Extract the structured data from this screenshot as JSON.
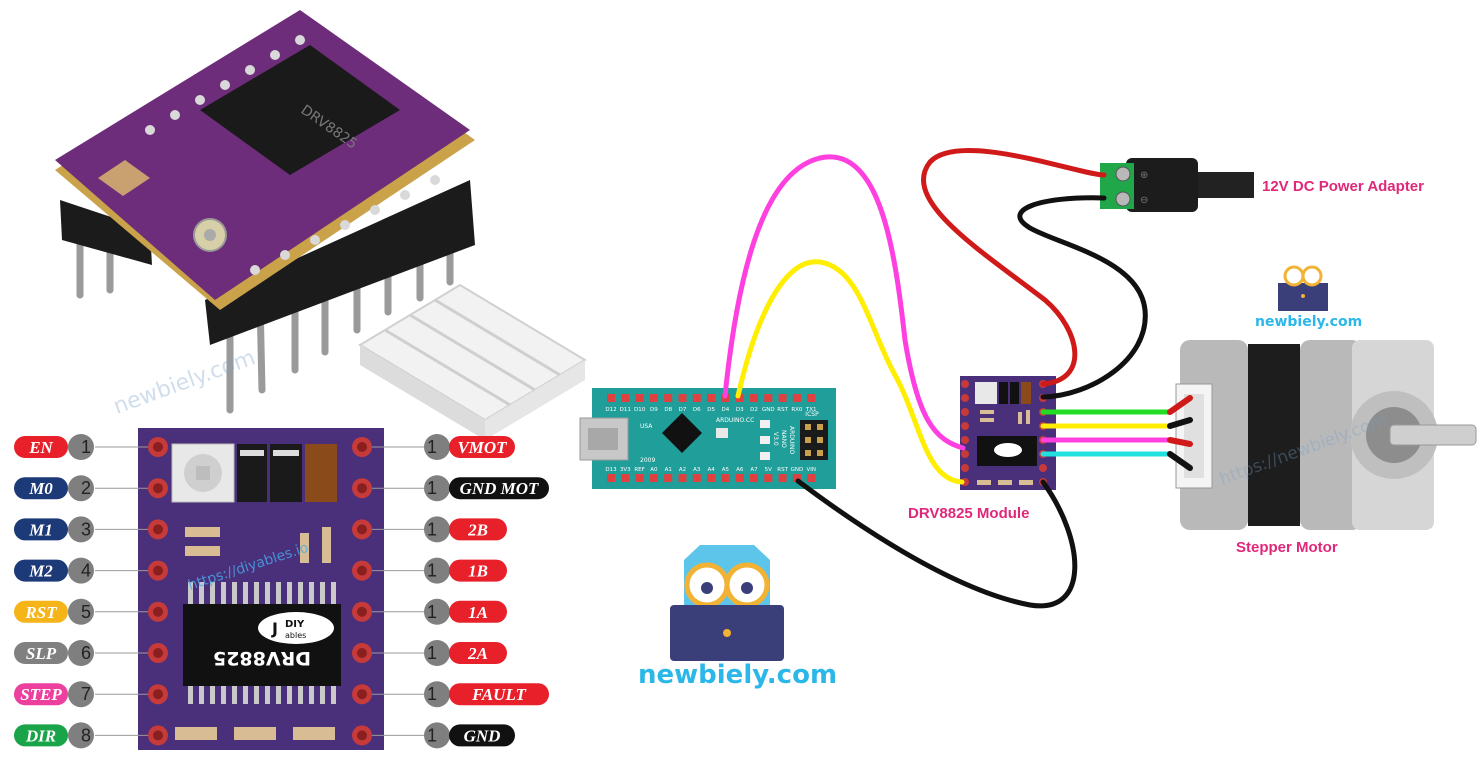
{
  "left_pins": [
    {
      "label": "EN",
      "num": "1",
      "color": "#e8202a",
      "text": "#ffffff"
    },
    {
      "label": "M0",
      "num": "2",
      "color": "#1d3a78",
      "text": "#ffffff"
    },
    {
      "label": "M1",
      "num": "3",
      "color": "#1d3a78",
      "text": "#ffffff"
    },
    {
      "label": "M2",
      "num": "4",
      "color": "#1d3a78",
      "text": "#ffffff"
    },
    {
      "label": "RST",
      "num": "5",
      "color": "#f5b417",
      "text": "#ffffff"
    },
    {
      "label": "SLP",
      "num": "6",
      "color": "#808080",
      "text": "#ffffff"
    },
    {
      "label": "STEP",
      "num": "7",
      "color": "#ec3f9e",
      "text": "#ffffff"
    },
    {
      "label": "DIR",
      "num": "8",
      "color": "#1aa44a",
      "text": "#ffffff"
    }
  ],
  "right_pins": [
    {
      "label": "VMOT",
      "num": "1",
      "color": "#e8202a",
      "text": "#ffffff"
    },
    {
      "label": "GND MOT",
      "num": "1",
      "color": "#111111",
      "text": "#ffffff"
    },
    {
      "label": "2B",
      "num": "1",
      "color": "#e8202a",
      "text": "#ffffff"
    },
    {
      "label": "1B",
      "num": "1",
      "color": "#e8202a",
      "text": "#ffffff"
    },
    {
      "label": "1A",
      "num": "1",
      "color": "#e8202a",
      "text": "#ffffff"
    },
    {
      "label": "2A",
      "num": "1",
      "color": "#e8202a",
      "text": "#ffffff"
    },
    {
      "label": "FAULT",
      "num": "1",
      "color": "#e8202a",
      "text": "#ffffff"
    },
    {
      "label": "GND",
      "num": "1",
      "color": "#111111",
      "text": "#ffffff"
    }
  ],
  "board": {
    "chip_label": "DRV8825",
    "logo_top": "DIY",
    "logo_bottom": "ables",
    "watermark": "https://diyables.io"
  },
  "arduino": {
    "top_pins": [
      "D12",
      "D11",
      "D10",
      "D9",
      "D8",
      "D7",
      "D6",
      "D5",
      "D4",
      "D3",
      "D2",
      "GND",
      "RST",
      "RX0",
      "TX1"
    ],
    "bottom_pins": [
      "D13",
      "3V3",
      "REF",
      "A0",
      "A1",
      "A2",
      "A3",
      "A4",
      "A5",
      "A6",
      "A7",
      "5V",
      "RST",
      "GND",
      "VIN"
    ],
    "name_lines": [
      "ARDUINO",
      "NANO",
      "V3.0"
    ],
    "label_cc": "ARDUINO.CC",
    "label_icsp": "ICSP",
    "label_usa": "USA",
    "label_year": "2009"
  },
  "labels": {
    "power": "12V DC Power Adapter",
    "module": "DRV8825 Module",
    "motor": "Stepper Motor",
    "brand_small": "newbiely.com",
    "brand_large": "newbiely.com",
    "watermark_top": "newbiely.com",
    "watermark_motor": "https://newbiely.com"
  },
  "colors": {
    "board": "#4a2f7a",
    "wire_red": "#d01a1a",
    "wire_black": "#111111",
    "wire_pink": "#ff40e0",
    "wire_yellow": "#ffee00",
    "wire_green": "#22dd22",
    "wire_cyan": "#22e0e0",
    "arduino": "#1f9e9a",
    "caption": "#e0287a",
    "brand": "#2bb7e8"
  }
}
